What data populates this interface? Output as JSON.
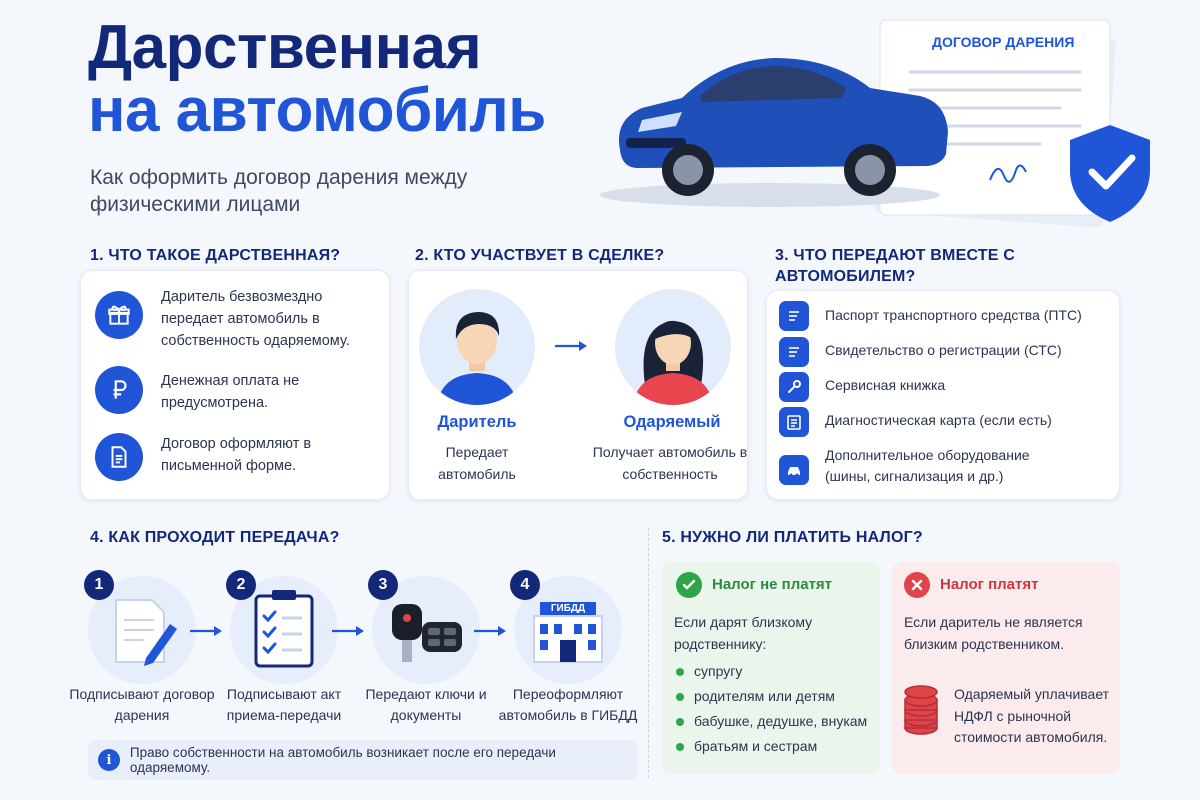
{
  "header": {
    "title_line1": "Дарственная",
    "title_line2": "на автомобиль",
    "subtitle": "Как оформить договор дарения между физическими лицами",
    "document_label": "ДОГОВОР ДАРЕНИЯ"
  },
  "section1": {
    "title": "1. ЧТО ТАКОЕ ДАРСТВЕННАЯ?",
    "items": [
      {
        "icon": "gift-icon",
        "text": "Даритель безвозмездно передает автомобиль в собственность одаряемому."
      },
      {
        "icon": "ruble-icon",
        "text": "Денежная оплата не предусмотрена."
      },
      {
        "icon": "document-icon",
        "text": "Договор оформляют в письменной форме."
      }
    ]
  },
  "section2": {
    "title": "2. КТО УЧАСТВУЕТ В СДЕЛКЕ?",
    "giver": {
      "role": "Даритель",
      "desc": "Передает автомобиль"
    },
    "receiver": {
      "role": "Одаряемый",
      "desc": "Получает автомобиль в собственность"
    }
  },
  "section3": {
    "title": "3. ЧТО ПЕРЕДАЮТ ВМЕСТЕ С АВТОМОБИЛЕМ?",
    "items": [
      {
        "icon": "document-icon",
        "text": "Паспорт транспортного средства (ПТС)"
      },
      {
        "icon": "document-icon",
        "text": "Свидетельство о регистрации (СТС)"
      },
      {
        "icon": "wrench-icon",
        "text": "Сервисная книжка"
      },
      {
        "icon": "checklist-icon",
        "text": "Диагностическая карта (если есть)"
      },
      {
        "icon": "car-icon",
        "text": "Дополнительное оборудование (шины, сигнализация и др.)"
      }
    ]
  },
  "section4": {
    "title": "4. КАК ПРОХОДИТ ПЕРЕДАЧА?",
    "steps": [
      {
        "num": "1",
        "icon": "contract-pen-icon",
        "text": "Подписывают договор дарения"
      },
      {
        "num": "2",
        "icon": "clipboard-icon",
        "text": "Подписывают акт приема-передачи"
      },
      {
        "num": "3",
        "icon": "car-key-icon",
        "text": "Передают ключи и документы"
      },
      {
        "num": "4",
        "icon": "gibdd-building-icon",
        "label": "ГИБДД",
        "text": "Переоформляют автомобиль в ГИБДД"
      }
    ],
    "info": "Право собственности на автомобиль возникает после его передачи одаряемому."
  },
  "section5": {
    "title": "5. НУЖНО ЛИ ПЛАТИТЬ НАЛОГ?",
    "no_tax": {
      "head": "Налог не платят",
      "text": "Если дарят близкому родственнику:",
      "items": [
        "супругу",
        "родителям или детям",
        "бабушке, дедушке, внукам",
        "братьям и сестрам"
      ]
    },
    "tax": {
      "head": "Налог платят",
      "text": "Если даритель не является близким родственником.",
      "detail": "Одаряемый уплачивает НДФЛ с рыночной стоимости автомобиля."
    }
  },
  "colors": {
    "navy": "#14287a",
    "blue": "#1f55d6",
    "green": "#2fa54a",
    "red": "#e0444b"
  }
}
